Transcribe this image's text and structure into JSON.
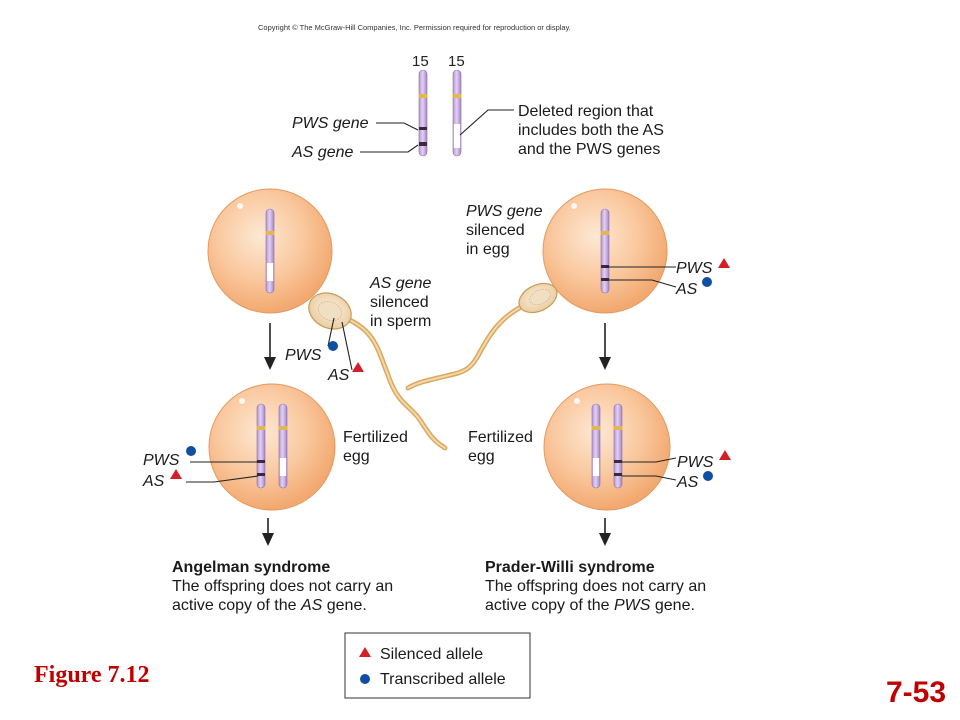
{
  "copyright": "Copyright © The McGraw-Hill Companies, Inc. Permission required for reproduction or display.",
  "chromosome_pair": {
    "left_number": "15",
    "right_number": "15"
  },
  "labels": {
    "pws_gene": "PWS gene",
    "as_gene": "AS gene",
    "deleted_region": [
      "Deleted region that",
      "includes both the AS",
      "and the PWS genes"
    ],
    "as_silenced_sperm": [
      "AS gene",
      "silenced",
      "in sperm"
    ],
    "pws_silenced_egg": [
      "PWS gene",
      "silenced",
      "in egg"
    ],
    "pws": "PWS",
    "as": "AS",
    "fertilized_egg": [
      "Fertilized",
      "egg"
    ]
  },
  "outcomes": {
    "left": {
      "title": "Angelman syndrome",
      "line1": "The offspring does not carry an",
      "line2_prefix": "active copy of the ",
      "line2_gene": "AS",
      "line2_suffix": " gene."
    },
    "right": {
      "title": "Prader-Willi syndrome",
      "line1": "The offspring does not carry an",
      "line2_prefix": "active copy of the ",
      "line2_gene": "PWS",
      "line2_suffix": " gene."
    }
  },
  "legend": {
    "silenced": "Silenced allele",
    "transcribed": "Transcribed allele"
  },
  "figure_label": "Figure 7.12",
  "slide_number": "7-53",
  "colors": {
    "silenced_marker": "#d41f26",
    "transcribed_marker": "#0f4ea3",
    "cell": "#f7b889",
    "chromosome": "#c9a9e2",
    "centromere": "#e0b050",
    "title_red": "#c00000"
  }
}
